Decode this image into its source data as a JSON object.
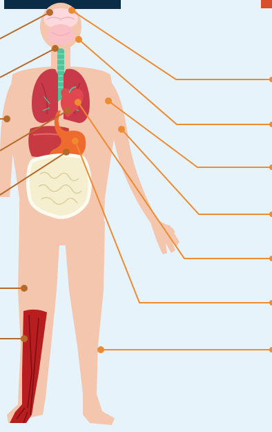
{
  "colors": {
    "background": "#e6f3fb",
    "header_bar": "#0b2c47",
    "corner_accent": "#d94f2b",
    "skin": "#f3c6ad",
    "skin_shade": "#eab79b",
    "leader_line_left": "#b5692a",
    "leader_line_right": "#ee8a30",
    "lungs": "#c83a4a",
    "heart": "#e0474f",
    "liver": "#c83a42",
    "stomach": "#ee6a2f",
    "intestines": "#f6efcf",
    "intestine_outline": "#fbfbf0",
    "brain": "#f9c0c6",
    "trachea": "#4fc39a",
    "blood_vessels": "#b81e20"
  },
  "diagram": {
    "subject": "human-body",
    "left_callouts": 7,
    "right_callouts": 7,
    "labels_visible": false
  }
}
